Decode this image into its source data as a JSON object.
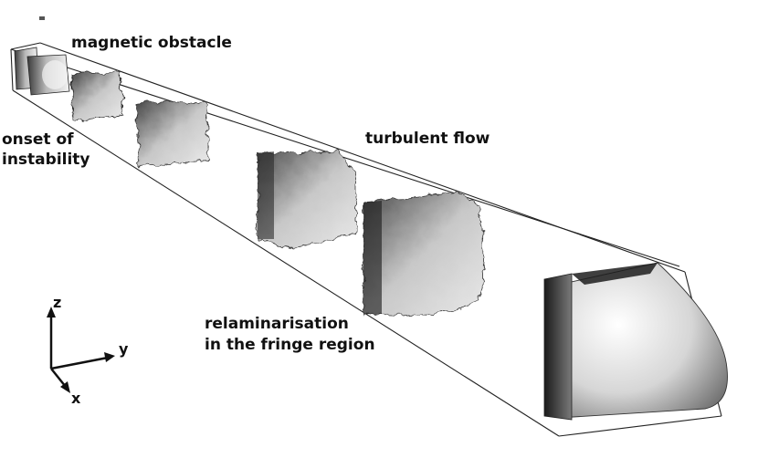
{
  "labels": {
    "magnetic_obstacle": "magnetic obstacle",
    "onset_line1": "onset of",
    "onset_line2": "instability",
    "turbulent_flow": "turbulent flow",
    "relam_line1": "relaminarisation",
    "relam_line2": "in the fringe region"
  },
  "axes": {
    "z": "z",
    "y": "y",
    "x": "x"
  },
  "colors": {
    "text": "#111111",
    "lines": "#222222"
  }
}
